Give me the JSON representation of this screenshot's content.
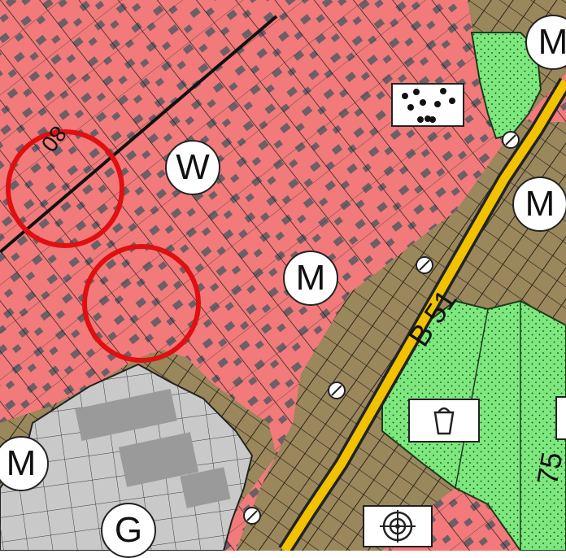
{
  "map": {
    "zone_labels": {
      "w": "W",
      "m_center": "M",
      "m_top_right": "M",
      "m_right": "M",
      "m_left": "M",
      "g": "G"
    },
    "road_labels": {
      "b51": "B 51",
      "num_75": "75",
      "num_80": "80"
    },
    "symbols": [
      "playground-symbol",
      "waste-bin-symbol",
      "target-range-symbol",
      "road-node-symbol"
    ],
    "highlight_markers": 2,
    "colors": {
      "residential": "#f27a7a",
      "mixed": "#9a875c",
      "green": "#7de87d",
      "industrial": "#c9c9c9",
      "road": "#f2c200",
      "marker": "#e01010"
    }
  }
}
